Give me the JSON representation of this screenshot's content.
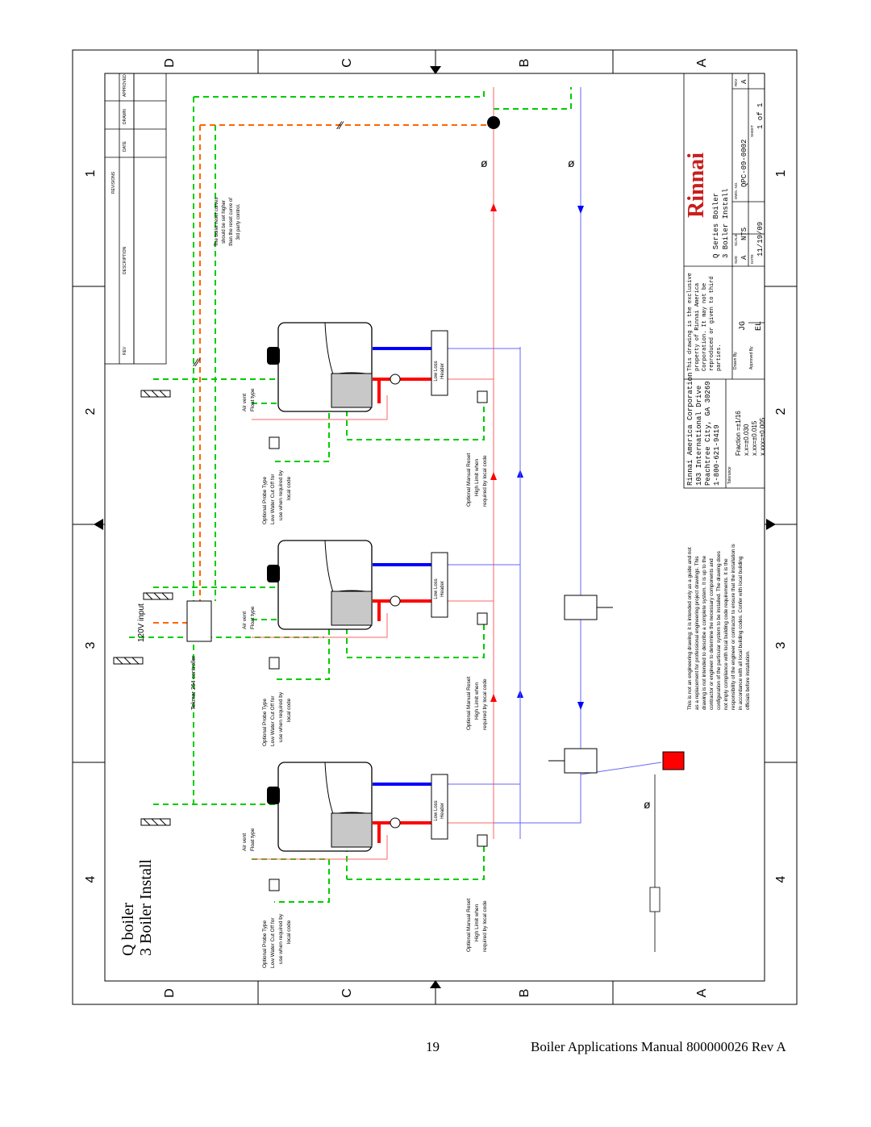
{
  "drawing": {
    "title_line1": "Q boiler",
    "title_line2": "3 Boiler Install",
    "zone_letters": [
      "D",
      "C",
      "B",
      "A"
    ],
    "zone_numbers": [
      "1",
      "2",
      "3",
      "4"
    ],
    "revision_headers": {
      "rev": "REV",
      "description": "DESCRIPTION",
      "revisions": "REVISIONS",
      "date": "DATE",
      "drawn": "DRAWN",
      "approved": "APPROVED"
    },
    "note_reset_curves": [
      "The boiler reset curves",
      "should be set higher",
      "than the reset curve of",
      "3rd party control."
    ],
    "label_120v": "120V input",
    "label_controller": "Tekmar 264 controller",
    "label_air_vent": "Air vent",
    "label_float_type": "Float type",
    "label_probe_type": [
      "Optional Probe Type",
      "Low Water Cut Off for",
      "use when required by",
      "local code"
    ],
    "label_high_limit": [
      "Optional Manual Reset",
      "High Limit when",
      "required by local code"
    ],
    "label_low_loss": [
      "Low Loss",
      "Header"
    ],
    "disclaimer": [
      "This is not an engineering drawing; it is intended only as a guide and not",
      "as a replacement for professional engineering project drawings. This",
      "drawing is not intended to describe a complete system. It is up to the",
      "contractor or engineer to determine the necessary components and",
      "configuration of the particular system to be installed. The drawing does",
      "not imply compliance with local building code requirements. It is the",
      "responsibility of the engineer or contractor to ensure that the installation is",
      "in accordance with all local building codes. Confer with local building",
      "officials before installation."
    ],
    "company": {
      "name": "Rinnai America Corporation",
      "address": "103 International Drive",
      "city": "Peachtree City, GA 30269",
      "phone": "1-800-621-9419"
    },
    "property_note": [
      "This drawing is the exclusive",
      "property of Rinnai America",
      "Corporation. It may not be",
      "reproduced or given to third",
      "parties."
    ],
    "tolerance": {
      "label": "Tolerance",
      "fraction": "Fraction =±1/16",
      "xx": "x.xx=±0.015",
      "x": "x.x=±0.030",
      "xxx": "x.xxx=±0.005"
    },
    "drawn_by_label": "Drawn By",
    "drawn_by": "JG",
    "approved_by_label": "Approved By",
    "approved_by": "EL",
    "logo": "Rinnai",
    "title_block": {
      "title_1": "Q Series Boiler",
      "title_2": "3 Boiler Install",
      "size_label": "SIZE",
      "size": "A",
      "scale_label": "SCALE",
      "scale": "NTS",
      "date_label": "DATE",
      "date": "11/19/09",
      "dwg_no_label": "DWG. NO.",
      "dwg_no": "QPC-09-0002",
      "sheet_label": "SHEET",
      "sheet": "1 of 1",
      "rev_label": "REV",
      "rev": "A"
    }
  },
  "footer": {
    "page_number": "19",
    "manual_title": "Boiler Applications Manual 800000026 Rev A"
  },
  "colors": {
    "supply_red": "#ff0000",
    "return_blue": "#0000ff",
    "control_green": "#00cc00",
    "sensor_orange": "#ff6600",
    "boiler_gray": "#c8c8c8",
    "pipe_thin_red": "#ff6666",
    "pipe_thin_blue": "#6666ff"
  }
}
